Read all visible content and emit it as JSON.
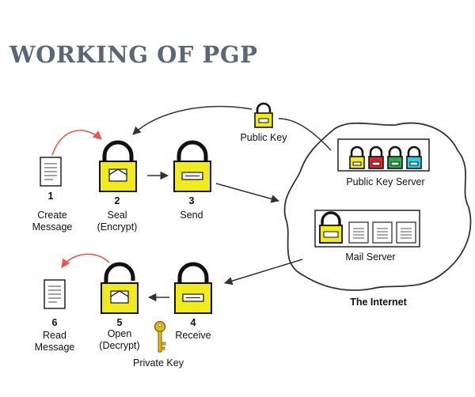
{
  "title": "WORKING OF PGP",
  "steps": [
    {
      "number": "1",
      "line1": "Create",
      "line2": "Message"
    },
    {
      "number": "2",
      "line1": "Seal",
      "line2": "(Encrypt)"
    },
    {
      "number": "3",
      "line1": "Send",
      "line2": ""
    },
    {
      "number": "4",
      "line1": "Receive",
      "line2": ""
    },
    {
      "number": "5",
      "line1": "Open",
      "line2": "(Decrypt)"
    },
    {
      "number": "6",
      "line1": "Read",
      "line2": "Message"
    }
  ],
  "labels": {
    "public_key": "Public Key",
    "private_key": "Private Key",
    "public_key_server": "Public Key Server",
    "mail_server": "Mail Server",
    "internet": "The Internet"
  },
  "colors": {
    "lock_yellow": "#f2ea20",
    "lock_red": "#e0252c",
    "lock_green": "#22b14c",
    "lock_cyan": "#1fd3e8",
    "arrow_red": "#e8574d",
    "key_gold": "#e6bb18",
    "title": "#5b6775"
  },
  "icons": [
    "document-icon",
    "padlock-icon",
    "key-icon",
    "cloud-icon",
    "server-icon"
  ]
}
